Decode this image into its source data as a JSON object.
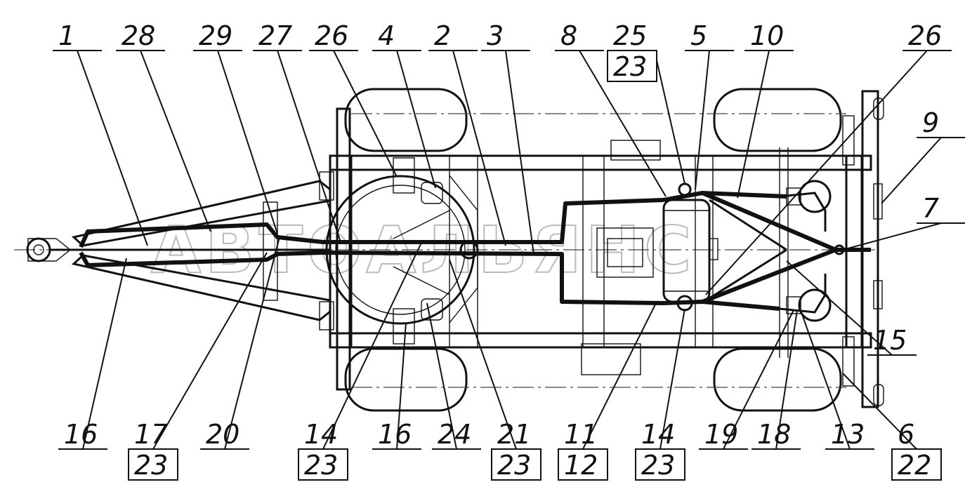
{
  "watermark": "АВТОАЛЬЯНС",
  "top_labels": [
    {
      "num": "1"
    },
    {
      "num": "28"
    },
    {
      "num": "29"
    },
    {
      "num": "27"
    },
    {
      "num": "26"
    },
    {
      "num": "4"
    },
    {
      "num": "2"
    },
    {
      "num": "3"
    },
    {
      "num": "8"
    },
    {
      "num": "25",
      "den": "23"
    },
    {
      "num": "5"
    },
    {
      "num": "10"
    },
    {
      "num": "26"
    }
  ],
  "right_labels": [
    {
      "num": "9"
    },
    {
      "num": "7"
    },
    {
      "num": "15"
    }
  ],
  "bottom_labels": [
    {
      "num": "16"
    },
    {
      "num": "17",
      "den": "23"
    },
    {
      "num": "20"
    },
    {
      "num": "14",
      "den": "23"
    },
    {
      "num": "16"
    },
    {
      "num": "24"
    },
    {
      "num": "21",
      "den": "23"
    },
    {
      "num": "11",
      "den": "12"
    },
    {
      "num": "14",
      "den": "23"
    },
    {
      "num": "19"
    },
    {
      "num": "18"
    },
    {
      "num": "13"
    },
    {
      "num": "6",
      "den": "22"
    }
  ]
}
